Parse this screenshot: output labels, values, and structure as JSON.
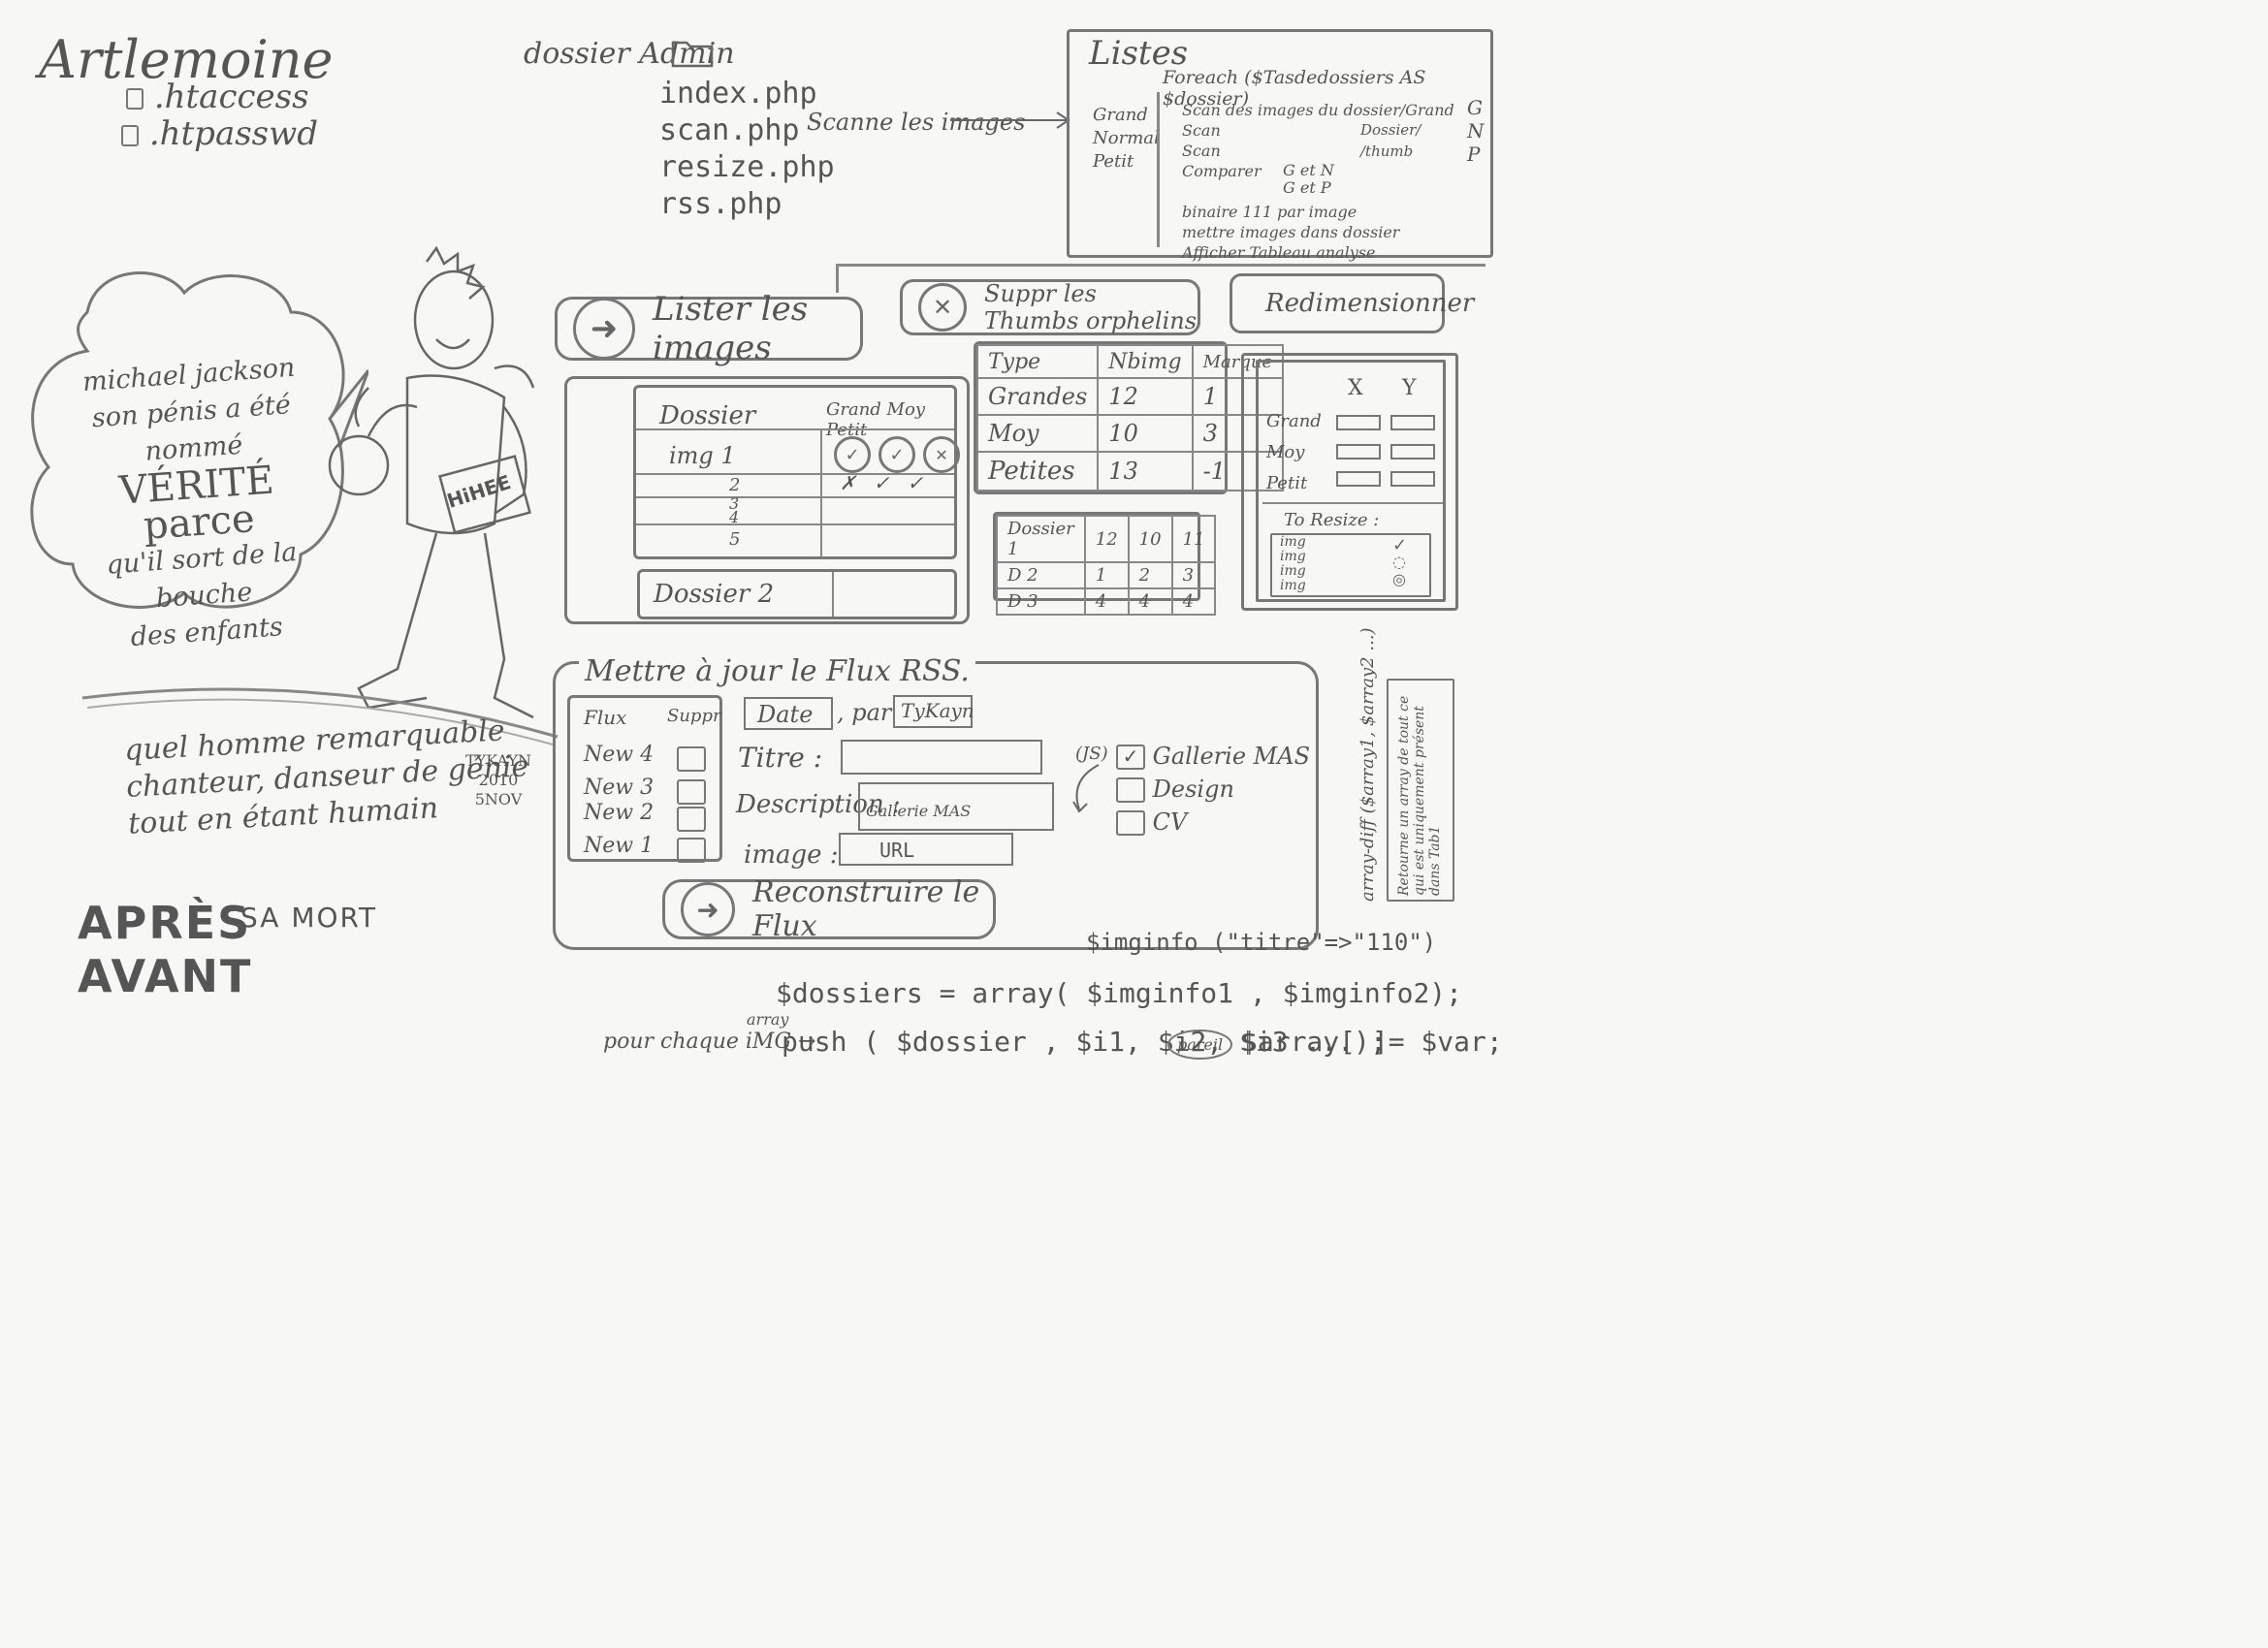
{
  "root": {
    "title": "Artlemoine",
    "files": [
      ".htaccess",
      ".htpasswd"
    ]
  },
  "admin": {
    "folder_label": "dossier Admin",
    "files": [
      "index.php",
      "scan.php",
      "resize.php",
      "rss.php"
    ],
    "scan_note": "Scanne les images"
  },
  "listes_note": {
    "title": "Listes",
    "foreach": "Foreach ($Tasdedossiers AS $dossier)",
    "sizes": [
      "Grand",
      "Normal",
      "Petit"
    ],
    "steps": [
      "Scan des images du dossier/Grand",
      "Scan",
      "Scan",
      "Comparer",
      "binaire 111 par image",
      "mettre images dans dossier",
      "Afficher Tableau analyse"
    ],
    "side_paths": [
      "Dossier/",
      "/thumb"
    ],
    "gnp": [
      "G",
      "N",
      "P"
    ],
    "compare": [
      "G et N",
      "G et P"
    ]
  },
  "bubble": {
    "lines": [
      "michael jackson",
      "son pénis a été nommé",
      "VÉRITÉ parce",
      "qu'il sort de la bouche",
      "des enfants"
    ]
  },
  "caption": {
    "lines": [
      "quel homme remarquable",
      "chanteur, danseur de génie",
      "tout en étant humain"
    ],
    "signature": [
      "TYKAYN",
      "2010",
      "5NOV"
    ],
    "shirt": "HiHEE"
  },
  "after_before": {
    "apres": "APRÈS",
    "sa_mort": "SA MORT",
    "avant": "AVANT"
  },
  "buttons": {
    "lister": "Lister les images",
    "suppr": "Suppr les Thumbs orphelins",
    "redim": "Redimensionner",
    "rebuild": "Reconstruire le Flux"
  },
  "dossiers_panel": {
    "header": "Dossier",
    "cols": "Grand Moy Petit",
    "rows": [
      "img 1",
      "2",
      "3",
      "4",
      "5"
    ],
    "dossier2": "Dossier 2"
  },
  "stats_table": {
    "headers": [
      "Type",
      "Nbimg",
      "Marque"
    ],
    "rows": [
      [
        "Grandes",
        "12",
        "1"
      ],
      [
        "Moy",
        "10",
        "3"
      ],
      [
        "Petites",
        "13",
        "-1"
      ]
    ]
  },
  "dossier_table": {
    "header": [
      "Dossier 1",
      "12",
      "10",
      "11"
    ],
    "rows": [
      [
        "D 2",
        "1",
        "2",
        "3"
      ],
      [
        "D 3",
        "4",
        "4",
        "4"
      ]
    ]
  },
  "resize_panel": {
    "cols": [
      "X",
      "Y"
    ],
    "rows": [
      "Grand",
      "Moy",
      "Petit"
    ],
    "to_resize_label": "To Resize :",
    "imgs": [
      "img",
      "img",
      "img",
      "img"
    ]
  },
  "rss": {
    "title": "Mettre à jour le Flux RSS.",
    "flux_header": "Flux",
    "suppr_header": "Suppr",
    "items": [
      "New 4",
      "New 3",
      "New 2",
      "New 1"
    ],
    "date_label": "Date",
    "par_label": ", par",
    "author": "TyKayn",
    "titre_label": "Titre :",
    "description_label": "Description :",
    "description_value": "Gallerie MAS",
    "image_label": "image :",
    "image_value": "URL",
    "js_label": "(JS)",
    "categories": [
      "Gallerie MAS",
      "Design",
      "CV"
    ]
  },
  "array_diff_note": {
    "fn": "array-diff ($array1, $array2 ...)",
    "desc": "Retourne un array de tout ce qui est uniquement présent dans Tab1"
  },
  "code": {
    "imginfo": "$imginfo (\"titre\"=>\"110\")",
    "dossiers": "$dossiers = array( $imginfo1 , $imginfo2);",
    "pour_chaque": "pour chaque iMG →",
    "array_small": "array",
    "push": "push ( $dossier , $i1, $i2, $i3 ...);",
    "pareil": "pareil",
    "assign": "$array[ ]= $var;"
  }
}
